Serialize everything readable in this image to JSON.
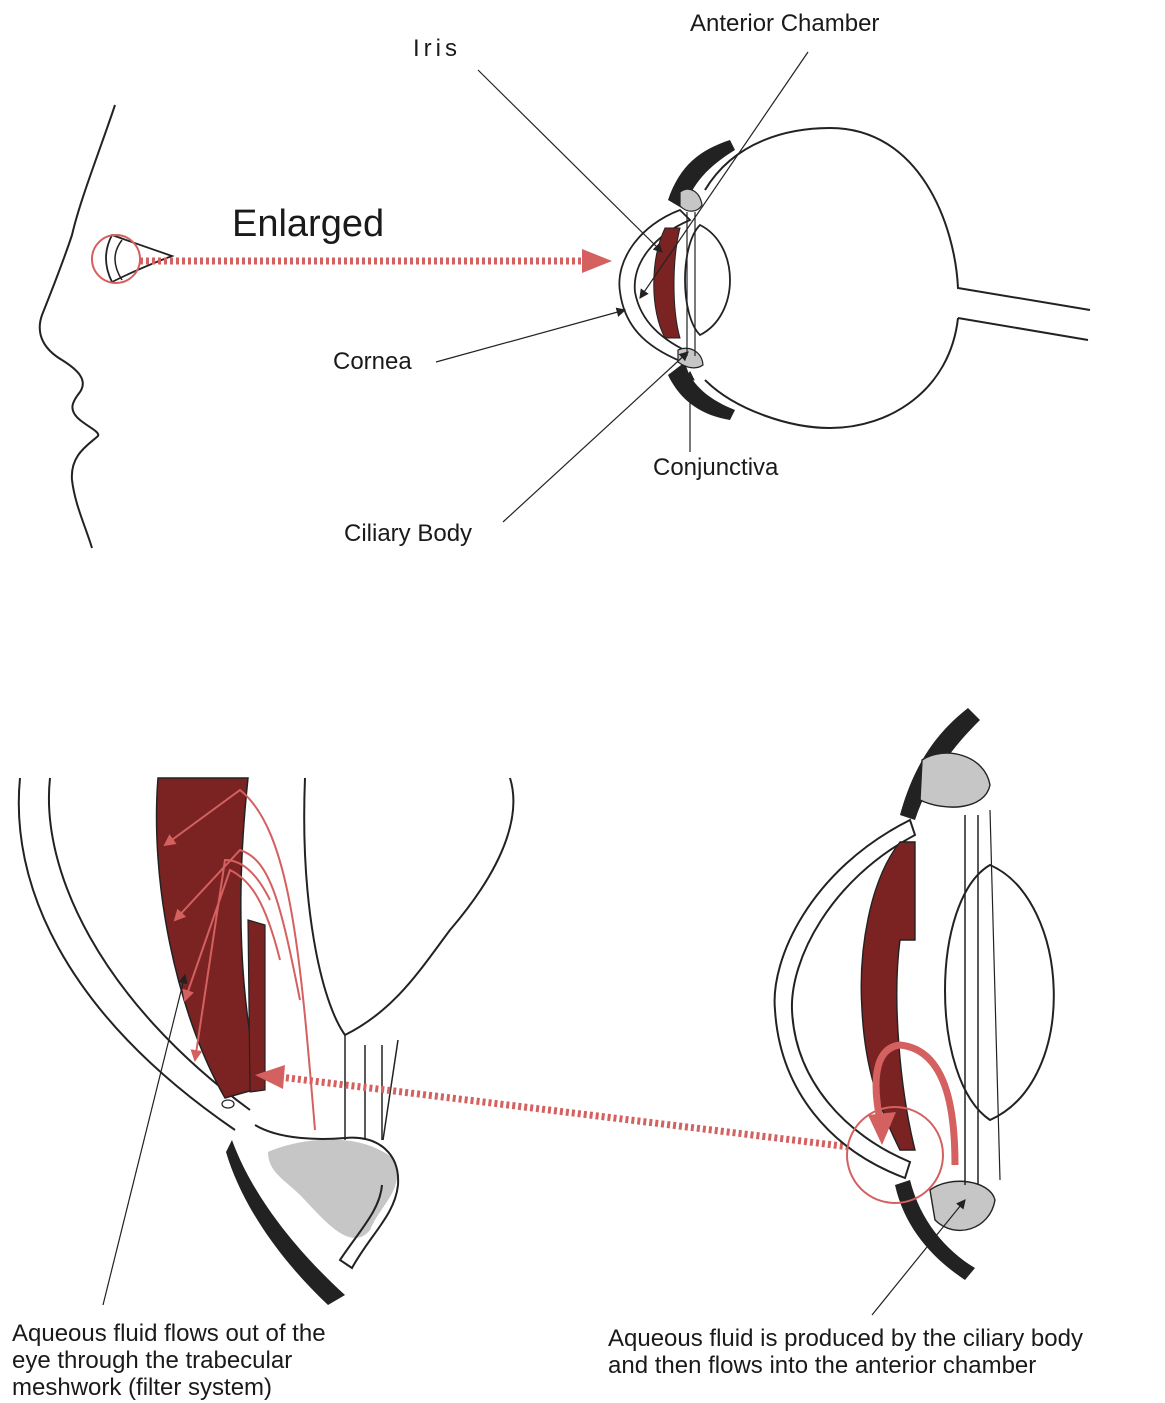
{
  "labels": {
    "iris": "Iris",
    "anterior_chamber": "Anterior Chamber",
    "enlarged": "Enlarged",
    "cornea": "Cornea",
    "conjunctiva": "Conjunctiva",
    "ciliary_body": "Ciliary Body"
  },
  "captions": {
    "outflow": [
      "Aqueous fluid flows out of the",
      "eye through the trabecular",
      "meshwork (filter system)"
    ],
    "production": [
      "Aqueous fluid is produced by the ciliary body",
      "and then flows into the anterior chamber"
    ]
  },
  "colors": {
    "iris": "#7b2323",
    "flow": "#d46060",
    "ciliary": "#c6c6c6",
    "sclera": "#222222"
  }
}
